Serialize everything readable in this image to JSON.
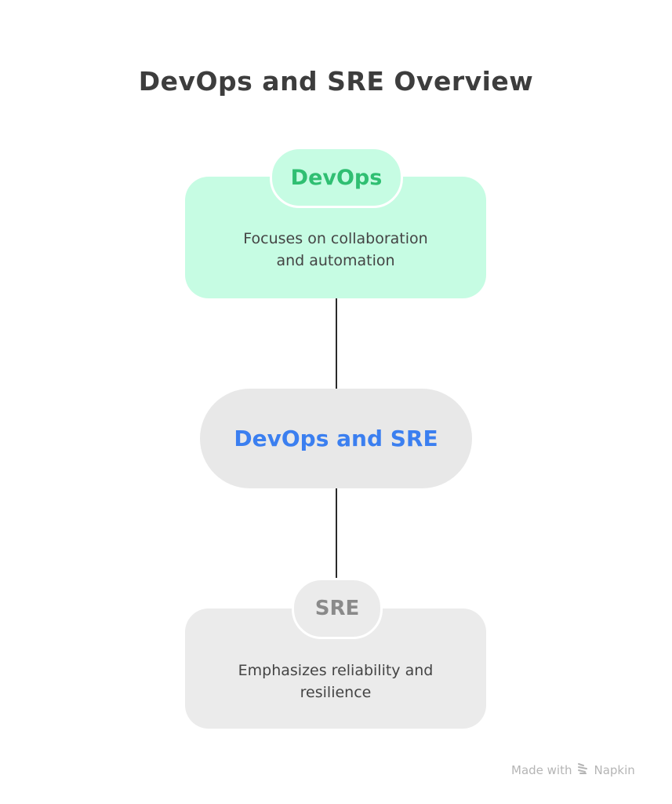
{
  "title": "DevOps and SRE Overview",
  "top_node": {
    "label": "DevOps",
    "description_line1": "Focuses on collaboration",
    "description_line2": "and automation",
    "color": "#2fbf72",
    "fill": "#c6fce3"
  },
  "center_node": {
    "label": "DevOps and SRE",
    "color": "#3b7ff0"
  },
  "bottom_node": {
    "label": "SRE",
    "description_line1": "Emphasizes reliability and",
    "description_line2": "resilience",
    "color": "#8a8a8a",
    "fill": "#ebebeb"
  },
  "footer": {
    "made_with": "Made with",
    "brand": "Napkin",
    "icon": "napkin-logo-icon"
  }
}
